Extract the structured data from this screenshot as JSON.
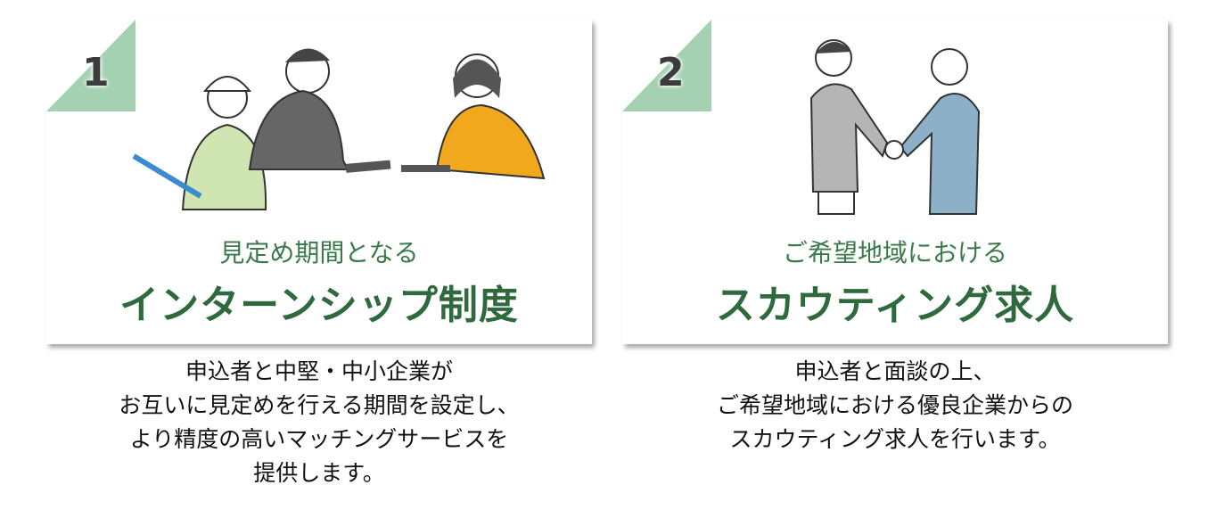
{
  "cards": [
    {
      "number": "1",
      "subtitle": "見定め期間となる",
      "title": "インターンシップ制度",
      "description": [
        "申込者と中堅・中小企業が",
        "お互いに見定めを行える期間を設定し、",
        "より精度の高いマッチングサービスを",
        "提供します。"
      ]
    },
    {
      "number": "2",
      "subtitle": "ご希望地域における",
      "title": "スカウティング求人",
      "description": [
        "申込者と面談の上、",
        "ご希望地域における優良企業からの",
        "スカウティング求人を行います。"
      ]
    }
  ],
  "colors": {
    "card_bg": "#dff0e3",
    "fold": "#a3d1b2",
    "title": "#2f6a3e"
  }
}
